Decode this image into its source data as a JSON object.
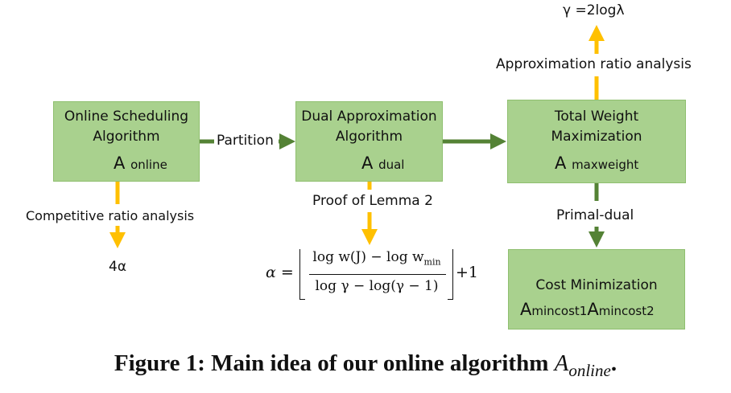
{
  "diagram": {
    "gamma_eq": "γ =2logλ",
    "approx_label": "Approximation ratio analysis",
    "online_box": {
      "line1": "Online Scheduling",
      "line2": "Algorithm",
      "sym": "A",
      "sub": "online"
    },
    "partition_label": "Partition",
    "dual_box": {
      "line1": "Dual Approximation",
      "line2": "Algorithm",
      "sym": "A",
      "sub": "dual"
    },
    "total_box": {
      "line1": "Total Weight",
      "line2": "Maximization",
      "sym": "A",
      "sub": "maxweight"
    },
    "competitive_label": "Competitive ratio analysis",
    "four_alpha": "4α",
    "proof_label": "Proof of Lemma 2",
    "primal_label": "Primal-dual",
    "cost_box": {
      "line1": "Cost Minimization",
      "sym1": "A",
      "sub1": "mincost1",
      "sym2": "A",
      "sub2": "mincost2"
    },
    "formula": {
      "lhs": "α =",
      "num_a": "log w(J) − log w",
      "num_sub": "min",
      "den": "log γ − log(γ − 1)",
      "plus": "+1"
    },
    "colors": {
      "box_fill": "#a9d18e",
      "orange_arrow": "#ffc000",
      "green_arrow": "#548235"
    }
  },
  "caption": {
    "prefix": "Figure 1: Main idea of our online algorithm ",
    "math_base": "A",
    "math_sub": "online",
    "suffix": "."
  }
}
